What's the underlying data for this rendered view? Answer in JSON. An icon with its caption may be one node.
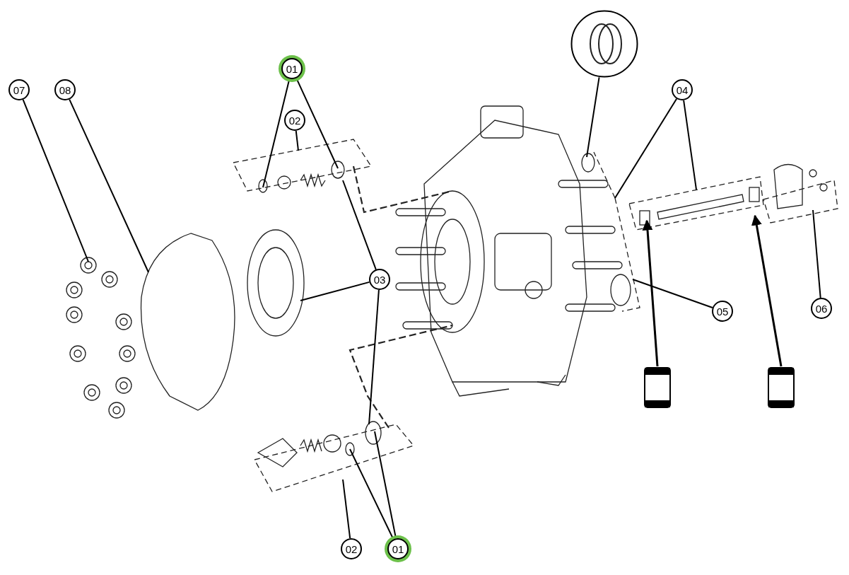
{
  "diagram": {
    "nodes": [
      {
        "text": [
          "01"
        ]
      },
      {
        "text": [
          "02"
        ]
      },
      {
        "text": [
          "03"
        ]
      },
      {
        "text": [
          "04"
        ]
      },
      {
        "text": [
          "05"
        ]
      },
      {
        "text": [
          "06"
        ]
      },
      {
        "text": [
          "07"
        ]
      },
      {
        "text": [
          "08"
        ]
      },
      {
        "text": [
          "02"
        ]
      },
      {
        "text": [
          "01"
        ]
      },
      {
        "text": [],
        "shape": "picture"
      },
      {
        "text": [],
        "shape": "picture"
      },
      {
        "text": [],
        "shape": "picture"
      }
    ],
    "edges": [
      {
        "from": 0,
        "to": null,
        "arrow": "none"
      },
      {
        "from": 0,
        "to": null,
        "arrow": "none"
      },
      {
        "from": 1,
        "to": null,
        "arrow": "none"
      },
      {
        "from": 2,
        "to": null,
        "arrow": "none"
      },
      {
        "from": 2,
        "to": null,
        "arrow": "none"
      },
      {
        "from": 2,
        "to": null,
        "arrow": "none"
      },
      {
        "from": 3,
        "to": null,
        "arrow": "none"
      },
      {
        "from": 3,
        "to": null,
        "arrow": "none"
      },
      {
        "from": 4,
        "to": null,
        "arrow": "none"
      },
      {
        "from": 5,
        "to": null,
        "arrow": "none"
      },
      {
        "from": 6,
        "to": null,
        "arrow": "none"
      },
      {
        "from": 7,
        "to": null,
        "arrow": "none"
      },
      {
        "from": 8,
        "to": null,
        "arrow": "none"
      },
      {
        "from": 9,
        "to": null,
        "arrow": "none"
      },
      {
        "from": 9,
        "to": null,
        "arrow": "none"
      },
      {
        "from": 10,
        "to": null,
        "arrow": "none"
      },
      {
        "from": 11,
        "to": null,
        "arrow": "to"
      },
      {
        "from": 12,
        "to": null,
        "arrow": "to"
      }
    ]
  }
}
